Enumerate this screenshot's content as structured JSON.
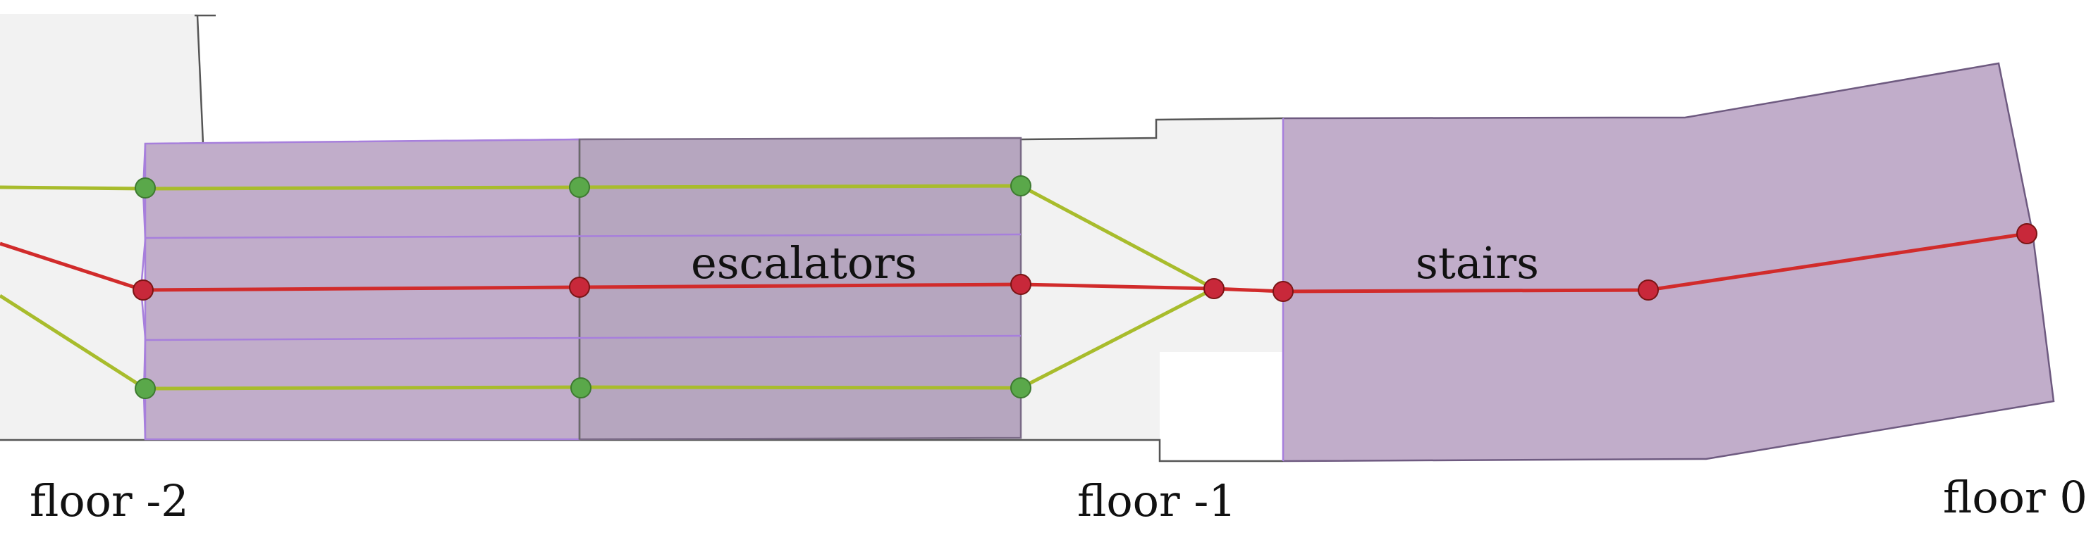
{
  "labels": {
    "escalators": "escalators",
    "stairs": "stairs",
    "floor_minus2": "floor -2",
    "floor_minus1": "floor -1",
    "floor_0": "floor 0"
  },
  "colors": {
    "floor_fill": "#f2f2f2",
    "floor_outline": "#555555",
    "zone_fill": "#c1adca",
    "zone_fill_dark": "#b6a6bf",
    "zone_outline": "#a77fdc",
    "zone_outline_dark": "#7a6a86",
    "green_path": "#a8bc2c",
    "green_node": "#5aa84a",
    "green_node_stroke": "#3d7a30",
    "red_path": "#d12b2b",
    "red_node": "#c8283a",
    "red_node_stroke": "#7a1515"
  }
}
